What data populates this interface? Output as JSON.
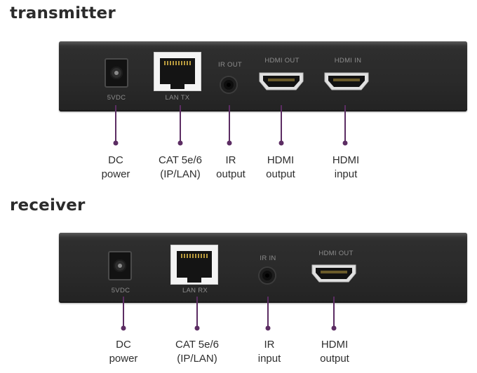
{
  "transmitter": {
    "title": "transmitter",
    "port_labels": {
      "power": "5VDC",
      "lan": "LAN TX",
      "ir": "IR OUT",
      "hdmi_out": "HDMI OUT",
      "hdmi_in": "HDMI IN"
    },
    "callouts": [
      {
        "line1": "DC",
        "line2": "power"
      },
      {
        "line1": "CAT 5e/6",
        "line2": "(IP/LAN)"
      },
      {
        "line1": "IR",
        "line2": "output"
      },
      {
        "line1": "HDMI",
        "line2": "output"
      },
      {
        "line1": "HDMI",
        "line2": "input"
      }
    ]
  },
  "receiver": {
    "title": "receiver",
    "port_labels": {
      "power": "5VDC",
      "lan": "LAN RX",
      "ir": "IR IN",
      "hdmi_out": "HDMI OUT"
    },
    "callouts": [
      {
        "line1": "DC",
        "line2": "power"
      },
      {
        "line1": "CAT 5e/6",
        "line2": "(IP/LAN)"
      },
      {
        "line1": "IR",
        "line2": "input"
      },
      {
        "line1": "HDMI",
        "line2": "output"
      }
    ]
  },
  "colors": {
    "accent_purple": "#5c2d63",
    "device_body": "#2a2a2a",
    "title_text": "#2b2b2b"
  },
  "icons": [
    "dc-power-jack-icon",
    "rj45-port-icon",
    "ir-jack-icon",
    "hdmi-port-icon"
  ]
}
